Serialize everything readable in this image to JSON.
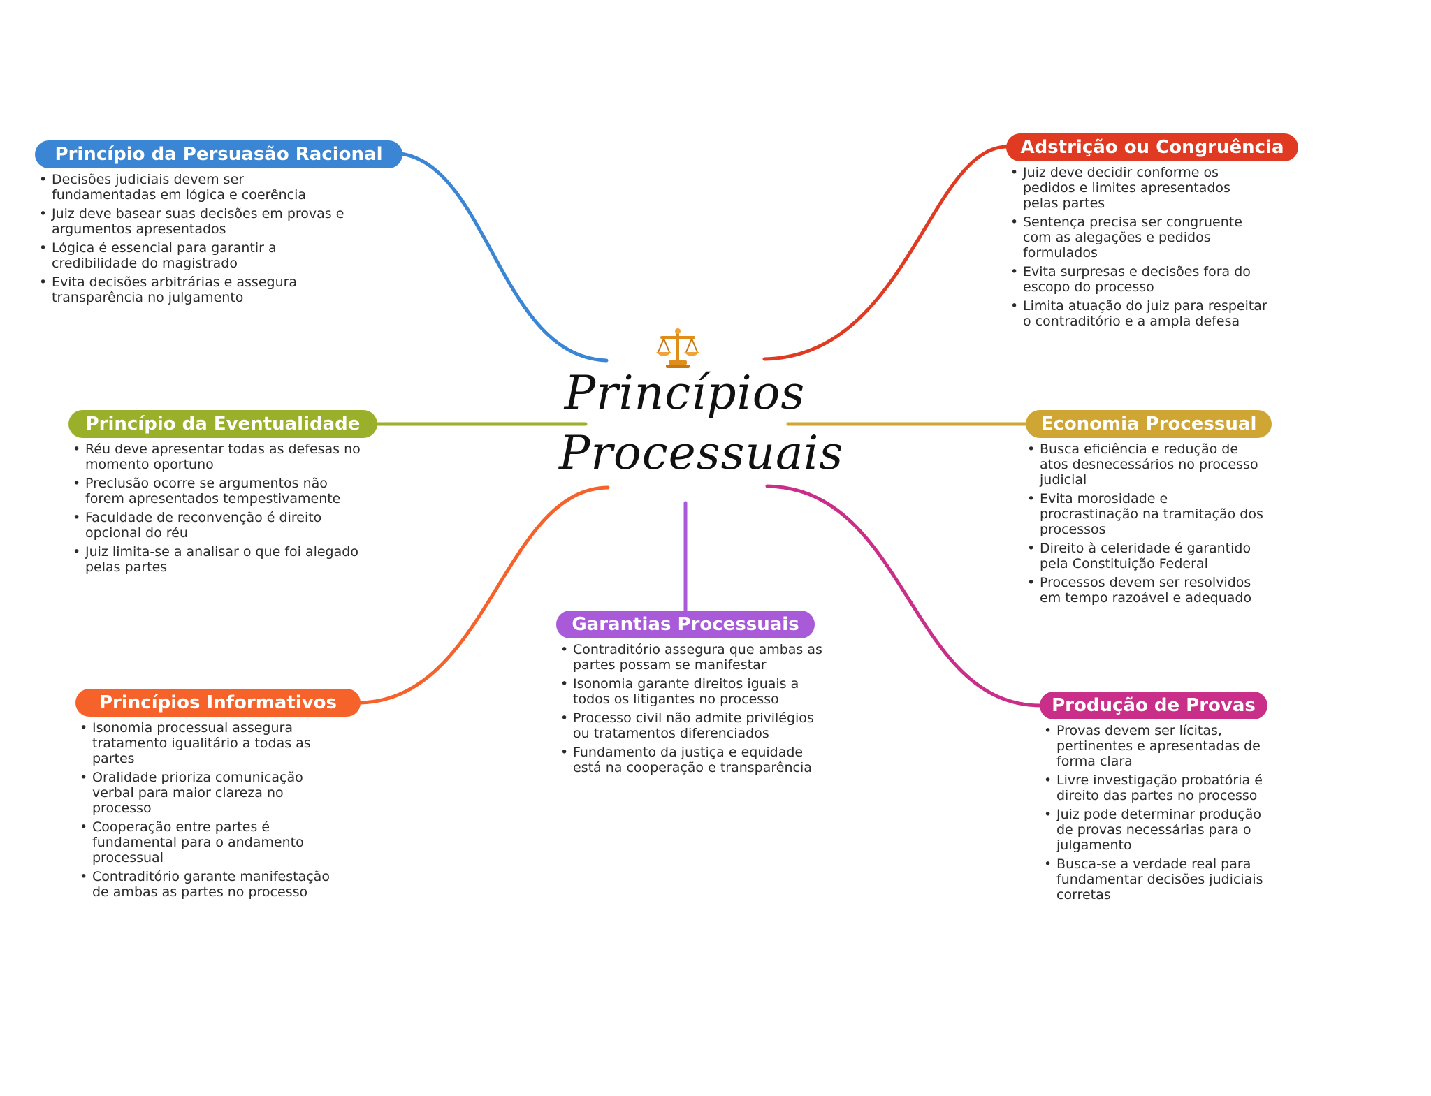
{
  "center": {
    "title_line1": "Princípios",
    "title_line2": "Processuais",
    "icon": "scales-of-justice-icon"
  },
  "colors": {
    "persuasao": "#3a86d4",
    "adstricao": "#e03b22",
    "eventualidade": "#9bb02a",
    "economia": "#cfa633",
    "informativos": "#f5622a",
    "garantias": "#a85ad9",
    "provas": "#c92f88"
  },
  "branches": {
    "persuasao": {
      "title": "Princípio da Persuasão Racional",
      "items": [
        "Decisões judiciais devem ser fundamentadas em lógica e coerência",
        "Juiz deve basear suas decisões em provas e argumentos apresentados",
        "Lógica é essencial para garantir a credibilidade do magistrado",
        "Evita decisões arbitrárias e assegura transparência no julgamento"
      ]
    },
    "adstricao": {
      "title": "Adstrição ou Congruência",
      "items": [
        "Juiz deve decidir conforme os pedidos e limites apresentados pelas partes",
        "Sentença precisa ser congruente com as alegações e pedidos formulados",
        "Evita surpresas e decisões fora do escopo do processo",
        "Limita atuação do juiz para respeitar o contraditório e a ampla defesa"
      ]
    },
    "eventualidade": {
      "title": "Princípio da Eventualidade",
      "items": [
        "Réu deve apresentar todas as defesas no momento oportuno",
        "Preclusão ocorre se argumentos não forem apresentados tempestivamente",
        "Faculdade de reconvenção é direito opcional do réu",
        "Juiz limita-se a analisar o que foi alegado pelas partes"
      ]
    },
    "economia": {
      "title": "Economia Processual",
      "items": [
        "Busca eficiência e redução de atos desnecessários no processo judicial",
        "Evita morosidade e procrastinação na tramitação dos processos",
        "Direito à celeridade é garantido pela Constituição Federal",
        "Processos devem ser resolvidos em tempo razoável e adequado"
      ]
    },
    "informativos": {
      "title": "Princípios Informativos",
      "items": [
        "Isonomia processual assegura tratamento igualitário a todas as partes",
        "Oralidade prioriza comunicação verbal para maior clareza no processo",
        "Cooperação entre partes é fundamental para o andamento processual",
        "Contraditório garante manifestação de ambas as partes no processo"
      ]
    },
    "garantias": {
      "title": "Garantias Processuais",
      "items": [
        "Contraditório assegura que ambas as partes possam se manifestar",
        "Isonomia garante direitos iguais a todos os litigantes no processo",
        "Processo civil não admite privilégios ou tratamentos diferenciados",
        "Fundamento da justiça e equidade está na cooperação e transparência"
      ]
    },
    "provas": {
      "title": "Produção de Provas",
      "items": [
        "Provas devem ser lícitas, pertinentes e apresentadas de forma clara",
        "Livre investigação probatória é direito das partes no processo",
        "Juiz pode determinar produção de provas necessárias para o julgamento",
        "Busca-se a verdade real para fundamentar decisões judiciais corretas"
      ]
    }
  }
}
